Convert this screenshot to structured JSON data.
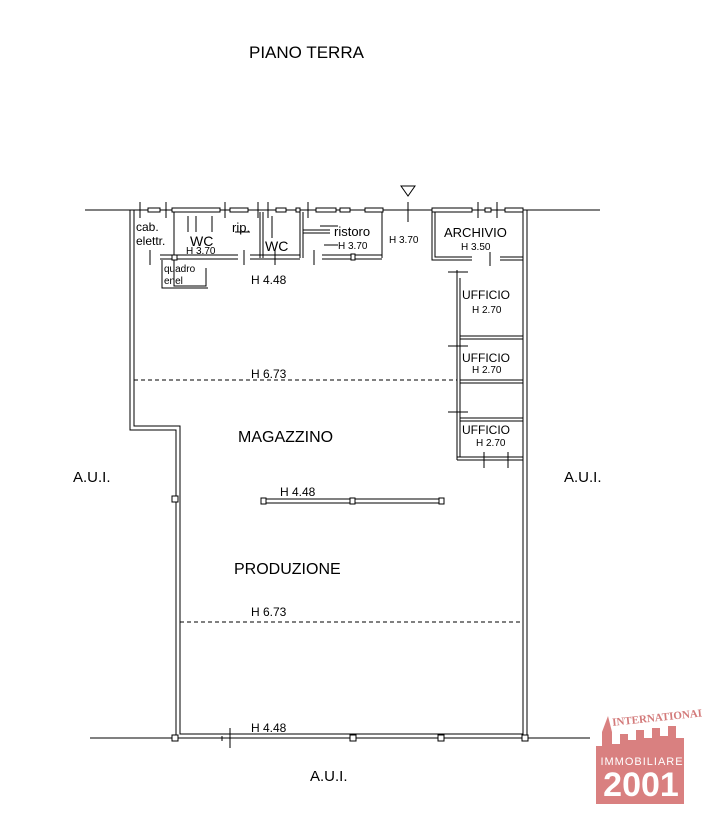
{
  "title": "PIANO TERRA",
  "rooms": {
    "cab_elettr": [
      "cab.",
      "elettr."
    ],
    "wc1": "WC",
    "wc1_height": "H 3.70",
    "rip": "rip.",
    "wc2": "WC",
    "ristoro": "ristoro",
    "ristoro_height": "H 3.70",
    "entrance_height": "H 3.70",
    "archivio": "ARCHIVIO",
    "archivio_height": "H 3.50",
    "quadro_enel": [
      "quadro",
      "enel"
    ],
    "corridor_height": "H 4.48",
    "ufficio1": "UFFICIO",
    "ufficio1_height": "H 2.70",
    "ufficio2": "UFFICIO",
    "ufficio2_height": "H 2.70",
    "ufficio3": "UFFICIO",
    "ufficio3_height": "H 2.70",
    "magazzino": "MAGAZZINO",
    "produzione": "PRODUZIONE",
    "height_upper_dash": "H 6.73",
    "height_mid_beam": "H 4.48",
    "height_lower_dash": "H 6.73",
    "height_bottom": "H 4.48"
  },
  "neighbors": {
    "left": "A.U.I.",
    "right": "A.U.I.",
    "bottom": "A.U.I."
  },
  "logo": {
    "top": "INTERNATIONAL",
    "middle": "IMMOBILIARE",
    "bottom": "2001",
    "color": "#d98080"
  }
}
